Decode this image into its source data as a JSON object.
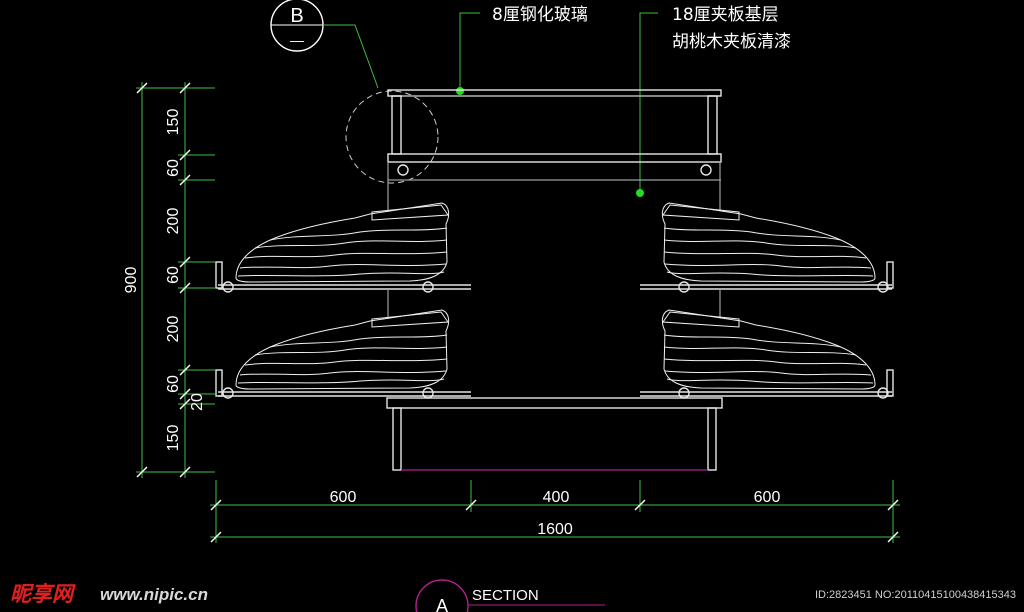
{
  "callout_b": {
    "letter": "B",
    "sub": "—"
  },
  "labels": {
    "glass": "8厘钢化玻璃",
    "plywood_line1": "18厘夹板基层",
    "plywood_line2": "胡桃木夹板清漆"
  },
  "dims_vertical": [
    "150",
    "60",
    "200",
    "60",
    "200",
    "60",
    "20",
    "150"
  ],
  "dim_total_height": "900",
  "dims_horizontal": [
    "600",
    "400",
    "600"
  ],
  "dim_total_width": "1600",
  "section": {
    "letter": "A",
    "title": "SECTION"
  },
  "watermark": {
    "logo": "昵享网",
    "url": "www.nipic.cn"
  },
  "image_id": "ID:2823451 NO:20110415100438415343",
  "colors": {
    "line_green": "#3fbf3f",
    "line_white": "#e6e6e6",
    "accent_magenta": "#b0208c",
    "background": "#000000"
  }
}
